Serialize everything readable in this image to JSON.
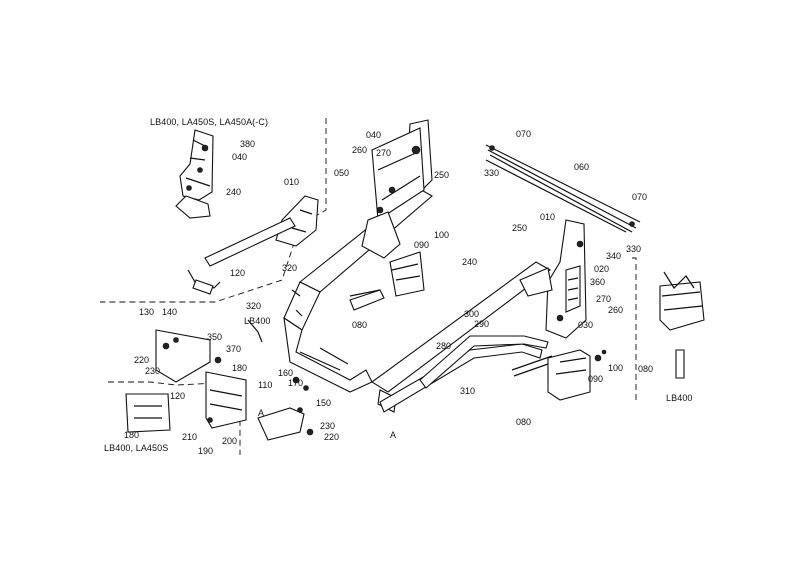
{
  "captions": {
    "top_left_models": "LB400, LA450S, LA450A(-C)",
    "bottom_left_models": "LB400, LA450S",
    "lb400_mid": "LB400",
    "lb400_right": "LB400",
    "point_a_1": "A",
    "point_a_2": "A"
  },
  "part_numbers": {
    "p010_a": "010",
    "p010_b": "010",
    "p020": "020",
    "p030": "030",
    "p040_a": "040",
    "p040_b": "040",
    "p050": "050",
    "p060": "060",
    "p070_a": "070",
    "p070_b": "070",
    "p080_a": "080",
    "p080_b": "080",
    "p080_c": "080",
    "p090_a": "090",
    "p090_b": "090",
    "p100_a": "100",
    "p100_b": "100",
    "p110": "110",
    "p120_a": "120",
    "p120_b": "120",
    "p130": "130",
    "p140": "140",
    "p150": "150",
    "p160": "160",
    "p170": "170",
    "p180_a": "180",
    "p180_b": "180",
    "p190": "190",
    "p200": "200",
    "p210": "210",
    "p220_a": "220",
    "p220_b": "220",
    "p230_a": "230",
    "p230_b": "230",
    "p240_a": "240",
    "p240_b": "240",
    "p250_a": "250",
    "p250_b": "250",
    "p260_a": "260",
    "p260_b": "260",
    "p270_a": "270",
    "p270_b": "270",
    "p280": "280",
    "p290": "290",
    "p300": "300",
    "p310": "310",
    "p320_a": "320",
    "p320_b": "320",
    "p330_a": "330",
    "p330_b": "330",
    "p340": "340",
    "p350": "350",
    "p360": "360",
    "p370": "370",
    "p380": "380"
  }
}
